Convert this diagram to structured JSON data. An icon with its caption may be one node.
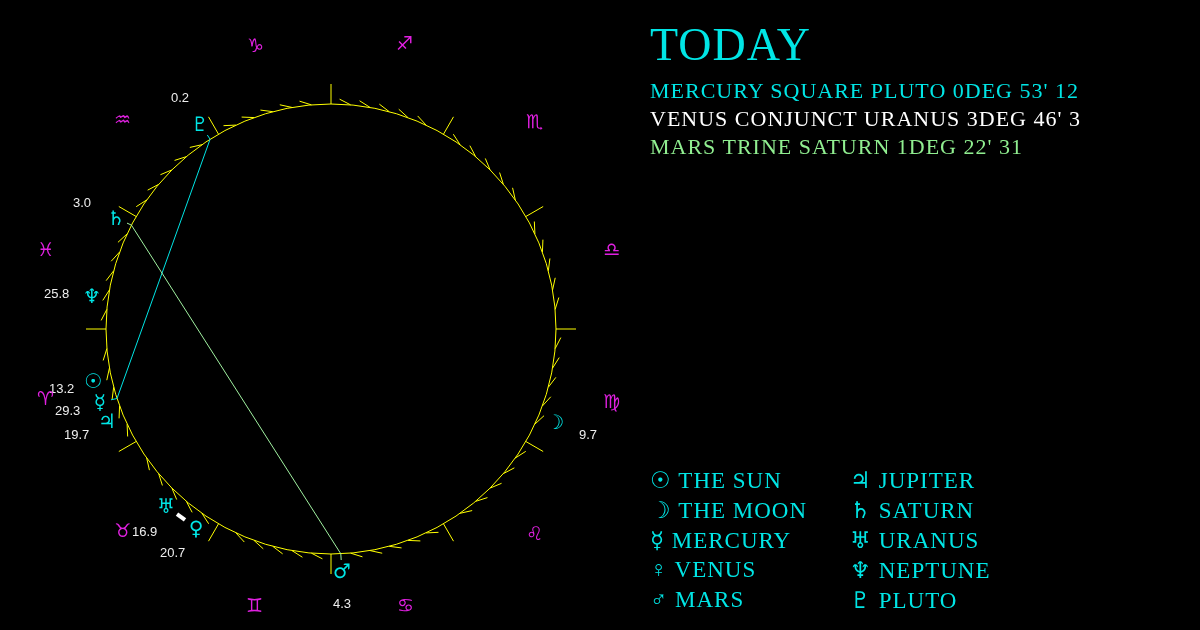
{
  "diagram": {
    "title": "TODAY",
    "nodes": [
      {
        "text": [
          "♇"
        ],
        "beside": [
          "0.2"
        ]
      },
      {
        "text": [
          "♄"
        ],
        "beside": [
          "3.0"
        ]
      },
      {
        "text": [
          "♆"
        ],
        "beside": [
          "25.8"
        ]
      },
      {
        "text": [
          "☉"
        ],
        "beside": [
          "13.2"
        ]
      },
      {
        "text": [
          "☿"
        ],
        "beside": [
          "29.3"
        ]
      },
      {
        "text": [
          "♃"
        ],
        "beside": [
          "19.7"
        ]
      },
      {
        "text": [
          "☽"
        ],
        "beside": [
          "9.7"
        ]
      },
      {
        "text": [
          "♅"
        ],
        "beside": [
          "16.9"
        ]
      },
      {
        "text": [
          "♀"
        ],
        "beside": [
          "20.7"
        ]
      },
      {
        "text": [
          "♂"
        ],
        "beside": [
          "4.3"
        ]
      }
    ],
    "edges": [
      {
        "from": 0,
        "to": 4,
        "arrow": "none",
        "color": "#00e5e5"
      },
      {
        "from": 1,
        "to": 9,
        "arrow": "none",
        "color": "#a0f0a0"
      },
      {
        "from": 7,
        "to": 8,
        "arrow": "none",
        "color": "#ffffff",
        "style": "thick"
      }
    ],
    "labels": [
      "♑",
      "♐",
      "♒",
      "♏",
      "♓",
      "♎",
      "♈",
      "♍",
      "♉",
      "♌",
      "♊",
      "♋",
      "MERCURY SQUARE PLUTO 0DEG 53' 12",
      "VENUS CONJUNCT URANUS 3DEG 46' 3",
      "MARS TRINE SATURN 1DEG 22' 31"
    ],
    "legend": [
      {
        "text": "☉ THE SUN"
      },
      {
        "text": "☽ THE MOON"
      },
      {
        "text": "☿ MERCURY"
      },
      {
        "text": "♀ VENUS"
      },
      {
        "text": "♂ MARS"
      },
      {
        "text": "♃ JUPITER"
      },
      {
        "text": "♄ SATURN"
      },
      {
        "text": "♅ URANUS"
      },
      {
        "text": "♆ NEPTUNE"
      },
      {
        "text": "♇ PLUTO"
      }
    ]
  }
}
